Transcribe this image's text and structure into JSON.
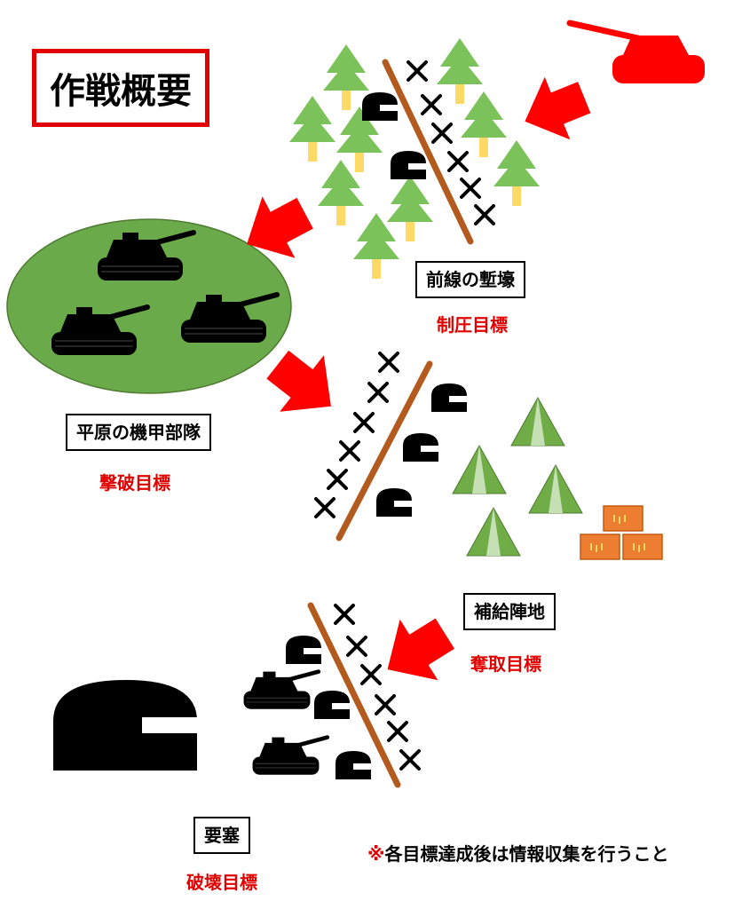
{
  "title": "作戦概要",
  "targets": [
    {
      "id": "trench",
      "name": "前線の塹壕",
      "objective": "制圧目標"
    },
    {
      "id": "armor",
      "name": "平原の機甲部隊",
      "objective": "撃破目標"
    },
    {
      "id": "supply",
      "name": "補給陣地",
      "objective": "奪取目標"
    },
    {
      "id": "fortress",
      "name": "要塞",
      "objective": "破壊目標"
    }
  ],
  "note": {
    "mark": "※",
    "text": "各目標達成後は情報収集を行うこと"
  },
  "colors": {
    "arrow": "#ff0000",
    "objective_text": "#e00000",
    "plain": "#6aaa4a",
    "tree": "#7cc25a",
    "trunk": "#ffd966",
    "tent": "#70ad47",
    "crate": "#ed7d31",
    "trench_line": "#b35a1f",
    "enemy_tank": "#ff0000"
  },
  "icons": [
    "tree-icon",
    "bunker-icon",
    "barbed-wire-icon",
    "tank-icon",
    "tent-icon",
    "supply-crate-icon",
    "fortress-icon",
    "arrow-icon"
  ]
}
